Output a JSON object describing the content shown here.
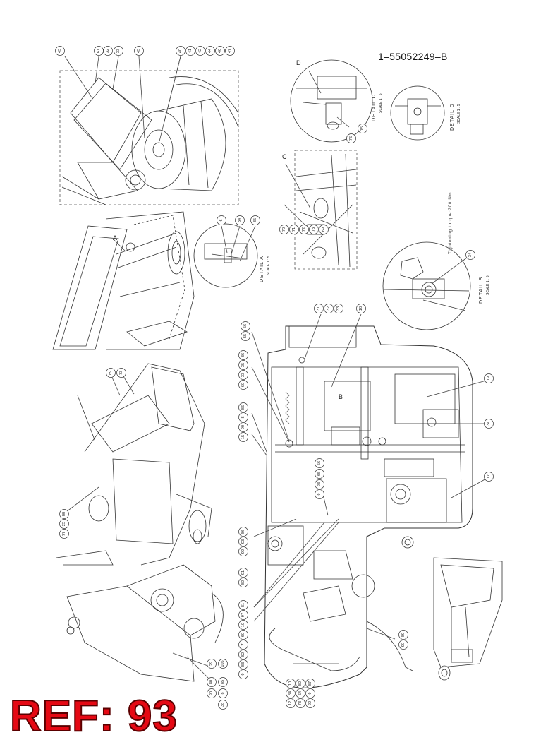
{
  "document": {
    "doc_number": "1–55052249–B",
    "ref_label": "REF: 93"
  },
  "details": {
    "A": {
      "letter": "A",
      "title": "DETAIL A",
      "scale": "SCALE 1 : 5"
    },
    "B": {
      "letter": "B",
      "title": "DETAIL B",
      "scale": "SCALE 1 : 5",
      "note": "Tightening torque:200 Nm"
    },
    "C": {
      "letter": "C",
      "title": "DETAIL C",
      "scale": "SCALE 1 : 5"
    },
    "D": {
      "letter": "D",
      "title": "DETAIL D",
      "scale": "SCALE 1 : 5"
    }
  },
  "balloons": {
    "top_inset": [
      "43",
      "61",
      "32",
      "33",
      "45",
      "40",
      "41",
      "42",
      "44",
      "46",
      "47"
    ],
    "detail_a": [
      "6",
      "34",
      "35"
    ],
    "detail_c": [
      "70",
      "71",
      "72",
      "73",
      "69"
    ],
    "detail_c_zoom": [
      "76",
      "75"
    ],
    "detail_b": [
      "34"
    ],
    "lower_left": [
      "89",
      "73",
      "77",
      "25",
      "88",
      "29",
      "105",
      "80",
      "85",
      "8",
      "90",
      "38"
    ],
    "main_top": [
      "31",
      "32",
      "33",
      "18"
    ],
    "main_right": [
      "19",
      "34",
      "17"
    ],
    "main_left": [
      "56",
      "55",
      "36",
      "35",
      "33",
      "60",
      "86",
      "8",
      "90",
      "15",
      "86",
      "93",
      "92",
      "91",
      "82",
      "81",
      "97",
      "10",
      "60",
      "56",
      "65",
      "23",
      "9",
      "7",
      "82",
      "83",
      "9",
      "10",
      "82",
      "87",
      "84",
      "64",
      "9",
      "12",
      "73",
      "22",
      "89",
      "90"
    ]
  }
}
